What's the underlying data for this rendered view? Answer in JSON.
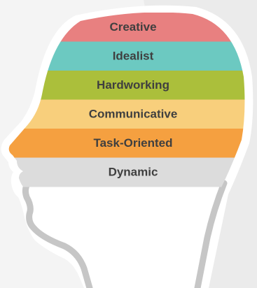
{
  "diagram": {
    "traits": [
      {
        "label": "Creative",
        "color": "#e88080"
      },
      {
        "label": "Idealist",
        "color": "#6cc9c1"
      },
      {
        "label": "Hardworking",
        "color": "#abbf3b"
      },
      {
        "label": "Communicative",
        "color": "#f8cf7c"
      },
      {
        "label": "Task-Oriented",
        "color": "#f5a040"
      },
      {
        "label": "Dynamic",
        "color": "#dcdcdc"
      }
    ],
    "colors": {
      "background": "#f4f4f4",
      "shadow_wedge": "#ebebeb",
      "head_outline": "#c6c6c6",
      "label_text": "#3f3f3f"
    }
  }
}
